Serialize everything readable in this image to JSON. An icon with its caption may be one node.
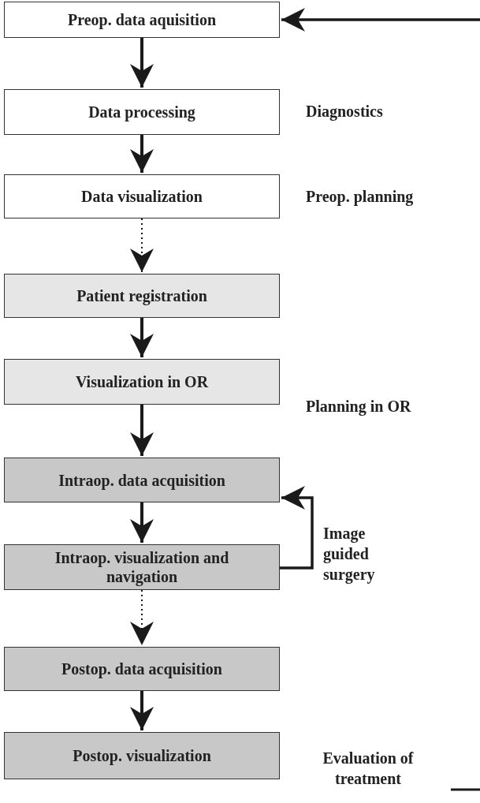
{
  "diagram": {
    "nodes": [
      {
        "text": [
          "Preop. data aquisition"
        ]
      },
      {
        "text": [
          "Data processing"
        ]
      },
      {
        "text": [
          "Data visualization"
        ]
      },
      {
        "text": [
          "Patient registration"
        ]
      },
      {
        "text": [
          "Visualization in OR"
        ]
      },
      {
        "text": [
          "Intraop. data acquisition"
        ]
      },
      {
        "text": [
          "Intraop. visualization and navigation"
        ]
      },
      {
        "text": [
          "Postop. data acquisition"
        ]
      },
      {
        "text": [
          "Postop. visualization"
        ]
      }
    ],
    "edges": [
      {
        "from": null,
        "to": 0,
        "arrow": "to"
      },
      {
        "from": 0,
        "to": 1,
        "arrow": "to"
      },
      {
        "from": 1,
        "to": 2,
        "arrow": "to"
      },
      {
        "from": 2,
        "to": 3,
        "arrow": "to",
        "style": "dashed"
      },
      {
        "from": 3,
        "to": 4,
        "arrow": "to"
      },
      {
        "from": 4,
        "to": 5,
        "arrow": "to"
      },
      {
        "from": 5,
        "to": 6,
        "arrow": "to"
      },
      {
        "from": 6,
        "to": 5,
        "arrow": "to"
      },
      {
        "from": 6,
        "to": 7,
        "arrow": "to",
        "style": "dashed"
      },
      {
        "from": 7,
        "to": 8,
        "arrow": "to"
      }
    ],
    "labels": [
      "Diagnostics",
      "Preop. planning",
      "Planning in OR",
      "Image guided surgery",
      "Evaluation of treatment"
    ]
  }
}
